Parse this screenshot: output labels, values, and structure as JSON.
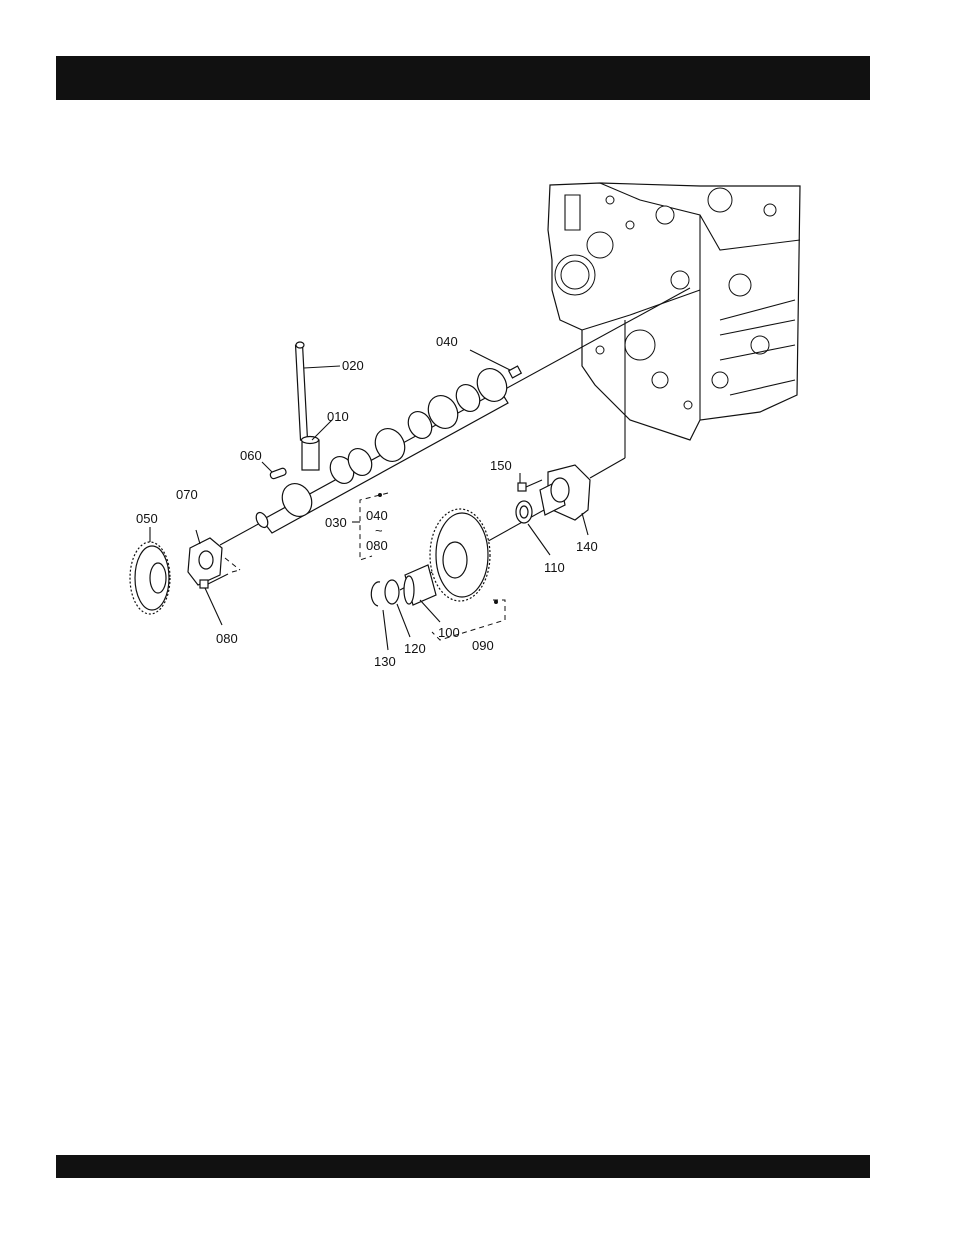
{
  "header_bar": {
    "text": ""
  },
  "footer_bar": {
    "text": ""
  },
  "diagram": {
    "callouts": {
      "c010": "010",
      "c020": "020",
      "c030": "030",
      "c040a": "040",
      "c040b": "040",
      "tilde": "~",
      "c050": "050",
      "c060": "060",
      "c070": "070",
      "c080a": "080",
      "c080b": "080",
      "c090": "090",
      "c100": "100",
      "c110": "110",
      "c120": "120",
      "c130": "130",
      "c140": "140",
      "c150": "150"
    }
  }
}
